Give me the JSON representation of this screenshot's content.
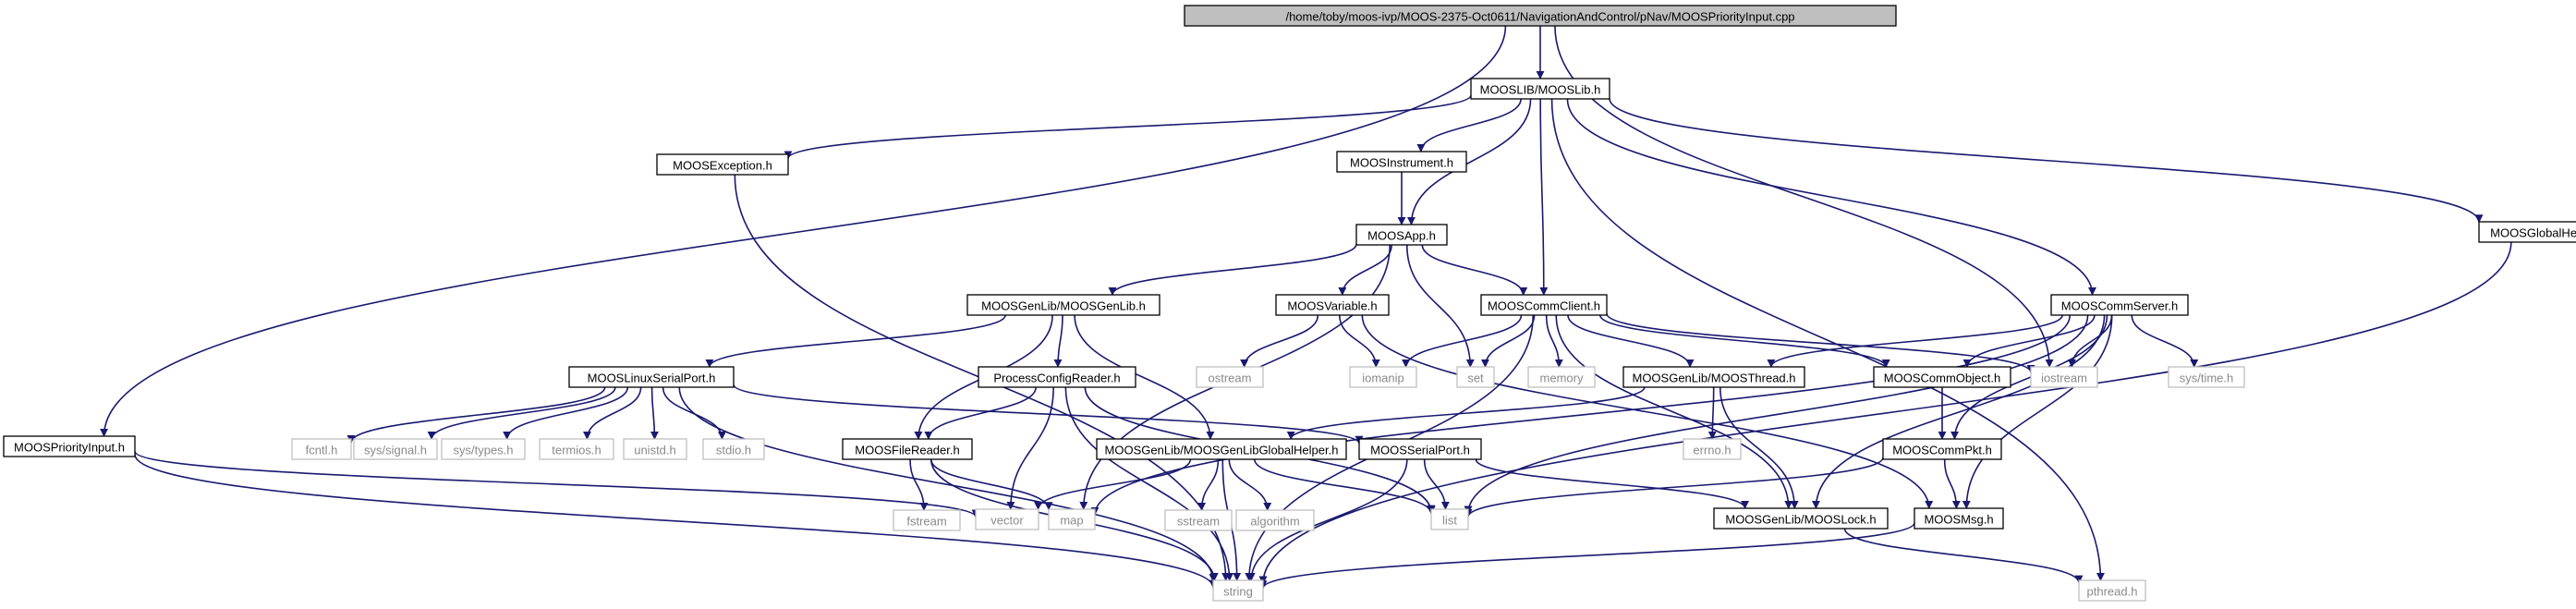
{
  "colors": {
    "edge": "#191970",
    "root_fill": "#bfbfbf",
    "node_border": "#000000",
    "system_border": "#bfbfbf",
    "text": "#000000",
    "system_text": "#8a8a8a"
  },
  "nodes": [
    {
      "id": "root",
      "label": "/home/toby/moos-ivp/MOOS-2375-Oct0611/NavigationAndControl/pNav/MOOSPriorityInput.cpp",
      "kind": "root"
    },
    {
      "id": "mooslib",
      "label": "MOOSLIB/MOOSLib.h",
      "kind": "local"
    },
    {
      "id": "exception",
      "label": "MOOSException.h",
      "kind": "local"
    },
    {
      "id": "instrument",
      "label": "MOOSInstrument.h",
      "kind": "local"
    },
    {
      "id": "globalhelper",
      "label": "MOOSGlobalHelper.h",
      "kind": "local"
    },
    {
      "id": "app",
      "label": "MOOSApp.h",
      "kind": "local"
    },
    {
      "id": "genlib",
      "label": "MOOSGenLib/MOOSGenLib.h",
      "kind": "local"
    },
    {
      "id": "variable",
      "label": "MOOSVariable.h",
      "kind": "local"
    },
    {
      "id": "commclient",
      "label": "MOOSCommClient.h",
      "kind": "local"
    },
    {
      "id": "commserver",
      "label": "MOOSCommServer.h",
      "kind": "local"
    },
    {
      "id": "linuxserial",
      "label": "MOOSLinuxSerialPort.h",
      "kind": "local"
    },
    {
      "id": "processconfig",
      "label": "ProcessConfigReader.h",
      "kind": "local"
    },
    {
      "id": "ostream",
      "label": "ostream",
      "kind": "system"
    },
    {
      "id": "iomanip",
      "label": "iomanip",
      "kind": "system"
    },
    {
      "id": "set",
      "label": "set",
      "kind": "system"
    },
    {
      "id": "memory",
      "label": "memory",
      "kind": "system"
    },
    {
      "id": "thread",
      "label": "MOOSGenLib/MOOSThread.h",
      "kind": "local"
    },
    {
      "id": "commobject",
      "label": "MOOSCommObject.h",
      "kind": "local"
    },
    {
      "id": "iostream",
      "label": "iostream",
      "kind": "system"
    },
    {
      "id": "systime",
      "label": "sys/time.h",
      "kind": "system"
    },
    {
      "id": "priorityinput",
      "label": "MOOSPriorityInput.h",
      "kind": "local"
    },
    {
      "id": "fcntl",
      "label": "fcntl.h",
      "kind": "system"
    },
    {
      "id": "signal",
      "label": "sys/signal.h",
      "kind": "system"
    },
    {
      "id": "systypes",
      "label": "sys/types.h",
      "kind": "system"
    },
    {
      "id": "termios",
      "label": "termios.h",
      "kind": "system"
    },
    {
      "id": "unistd",
      "label": "unistd.h",
      "kind": "system"
    },
    {
      "id": "stdio",
      "label": "stdio.h",
      "kind": "system"
    },
    {
      "id": "filereader",
      "label": "MOOSFileReader.h",
      "kind": "local"
    },
    {
      "id": "genlibglobal",
      "label": "MOOSGenLib/MOOSGenLibGlobalHelper.h",
      "kind": "local"
    },
    {
      "id": "serialport",
      "label": "MOOSSerialPort.h",
      "kind": "local"
    },
    {
      "id": "errno",
      "label": "errno.h",
      "kind": "system"
    },
    {
      "id": "commpkt",
      "label": "MOOSCommPkt.h",
      "kind": "local"
    },
    {
      "id": "fstream",
      "label": "fstream",
      "kind": "system"
    },
    {
      "id": "vector",
      "label": "vector",
      "kind": "system"
    },
    {
      "id": "map",
      "label": "map",
      "kind": "system"
    },
    {
      "id": "sstream",
      "label": "sstream",
      "kind": "system"
    },
    {
      "id": "algorithm",
      "label": "algorithm",
      "kind": "system"
    },
    {
      "id": "list",
      "label": "list",
      "kind": "system"
    },
    {
      "id": "lock",
      "label": "MOOSGenLib/MOOSLock.h",
      "kind": "local"
    },
    {
      "id": "msg",
      "label": "MOOSMsg.h",
      "kind": "local"
    },
    {
      "id": "string",
      "label": "string",
      "kind": "system"
    },
    {
      "id": "pthread",
      "label": "pthread.h",
      "kind": "system"
    }
  ],
  "edges": [
    [
      "root",
      "mooslib"
    ],
    [
      "root",
      "priorityinput"
    ],
    [
      "root",
      "iostream"
    ],
    [
      "mooslib",
      "exception"
    ],
    [
      "mooslib",
      "instrument"
    ],
    [
      "mooslib",
      "app"
    ],
    [
      "mooslib",
      "commclient"
    ],
    [
      "mooslib",
      "commserver"
    ],
    [
      "mooslib",
      "globalhelper"
    ],
    [
      "mooslib",
      "pthread"
    ],
    [
      "exception",
      "string"
    ],
    [
      "instrument",
      "app"
    ],
    [
      "globalhelper",
      "string"
    ],
    [
      "app",
      "genlib"
    ],
    [
      "app",
      "variable"
    ],
    [
      "app",
      "commclient"
    ],
    [
      "app",
      "set"
    ],
    [
      "app",
      "map"
    ],
    [
      "genlib",
      "linuxserial"
    ],
    [
      "genlib",
      "processconfig"
    ],
    [
      "genlib",
      "filereader"
    ],
    [
      "genlib",
      "genlibglobal"
    ],
    [
      "variable",
      "ostream"
    ],
    [
      "variable",
      "iomanip"
    ],
    [
      "variable",
      "msg"
    ],
    [
      "commclient",
      "iomanip"
    ],
    [
      "commclient",
      "set"
    ],
    [
      "commclient",
      "memory"
    ],
    [
      "commclient",
      "thread"
    ],
    [
      "commclient",
      "commobject"
    ],
    [
      "commclient",
      "iostream"
    ],
    [
      "commclient",
      "lock"
    ],
    [
      "commclient",
      "string"
    ],
    [
      "commserver",
      "thread"
    ],
    [
      "commserver",
      "commobject"
    ],
    [
      "commserver",
      "iostream"
    ],
    [
      "commserver",
      "systime"
    ],
    [
      "commserver",
      "commpkt"
    ],
    [
      "commserver",
      "map"
    ],
    [
      "commserver",
      "list"
    ],
    [
      "commserver",
      "msg"
    ],
    [
      "commserver",
      "lock"
    ],
    [
      "linuxserial",
      "fcntl"
    ],
    [
      "linuxserial",
      "signal"
    ],
    [
      "linuxserial",
      "systypes"
    ],
    [
      "linuxserial",
      "termios"
    ],
    [
      "linuxserial",
      "unistd"
    ],
    [
      "linuxserial",
      "stdio"
    ],
    [
      "linuxserial",
      "serialport"
    ],
    [
      "linuxserial",
      "string"
    ],
    [
      "processconfig",
      "filereader"
    ],
    [
      "processconfig",
      "vector"
    ],
    [
      "processconfig",
      "list"
    ],
    [
      "processconfig",
      "string"
    ],
    [
      "thread",
      "genlibglobal"
    ],
    [
      "thread",
      "errno"
    ],
    [
      "thread",
      "lock"
    ],
    [
      "commobject",
      "commpkt"
    ],
    [
      "commpkt",
      "list"
    ],
    [
      "commpkt",
      "msg"
    ],
    [
      "priorityinput",
      "vector"
    ],
    [
      "priorityinput",
      "string"
    ],
    [
      "filereader",
      "fstream"
    ],
    [
      "filereader",
      "map"
    ],
    [
      "filereader",
      "string"
    ],
    [
      "genlibglobal",
      "vector"
    ],
    [
      "genlibglobal",
      "sstream"
    ],
    [
      "genlibglobal",
      "algorithm"
    ],
    [
      "genlibglobal",
      "list"
    ],
    [
      "genlibglobal",
      "string"
    ],
    [
      "serialport",
      "list"
    ],
    [
      "serialport",
      "lock"
    ],
    [
      "serialport",
      "string"
    ],
    [
      "lock",
      "pthread"
    ],
    [
      "msg",
      "string"
    ]
  ]
}
